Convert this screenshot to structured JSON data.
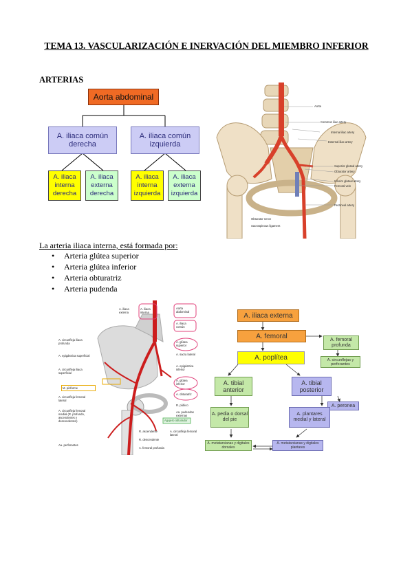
{
  "title": "TEMA 13. VASCULARIZACIÓN E INERVACIÓN DEL MIEMBRO INFERIOR",
  "section": "ARTERIAS",
  "diagram1": {
    "aorta": "Aorta abdominal",
    "iliaca_der": "A. iliaca común derecha",
    "iliaca_izq": "A. iliaca común izquierda",
    "int_der": "A. iliaca interna derecha",
    "ext_der": "A. iliaca externa derecha",
    "int_izq": "A. iliaca interna izquierda",
    "ext_izq": "A. iliaca externa izquierda"
  },
  "anatomy1": {
    "labels": [
      "Aorta",
      "Common iliac artery",
      "Internal iliac artery",
      "External iliac artery",
      "Superior gluteal artery",
      "Obturator artery",
      "Inferior gluteal artery",
      "Femoral vein",
      "Pectineal artery",
      "Obturator nerve",
      "Sacrospinous ligament"
    ]
  },
  "intro": "La arteria iliaca interna, está formada por:",
  "list": [
    "Arteria glútea superior",
    "Arteria glútea inferior",
    "Arteria obturatriz",
    "Arteria pudenda"
  ],
  "anatomy2": {
    "labels_left": [
      "A. circunfleja iliaca profunda",
      "A. epigástrica superficial",
      "A. circunfleja iliaca superficial",
      "M. piriforme",
      "A. circunfleja femoral lateral",
      "A. circunfleja femoral medial (R. profundo, ascendentes y descendentes)",
      "Aa. perforantes"
    ],
    "labels_right": [
      "A. iliaca interna",
      "Aorta abdominal",
      "A. iliaca común",
      "A. glútea superior",
      "A. sacra lateral",
      "A. epigástrica inferior",
      "A. glútea inferior",
      "A. obturatriz",
      "R. púbico",
      "Aa. pudendas externas",
      "R. ascendente",
      "R. descendente",
      "A. femoral profunda",
      "A. circunfleja femoral lateral"
    ],
    "top_left": "A. iliaca externa",
    "note": "Agujero obturador"
  },
  "flow": {
    "externa": "A. iliaca externa",
    "femoral": "A. femoral",
    "femoral_profunda": "A. femoral profunda",
    "circunflejas": "A. circunflejas y perforantes",
    "poplitea": "A. poplítea",
    "tibial_anterior": "A. tibial anterior",
    "tibial_posterior": "A. tibial posterior",
    "peronea": "A. peronea",
    "pedia": "A. pedia o dorsal del pie",
    "plantares": "A. plantares medial y lateral",
    "metatarsianas_dorsales": "A. metatarsianas y digitales dorsales",
    "metatarsianas_plantares": "A. metatarsianas y digitales plantares"
  },
  "colors": {
    "aorta": "#f06a24",
    "comun": "#ccccf5",
    "interna": "#ffff00",
    "externa": "#ccffcc",
    "flow_orange": "#f7a13e",
    "flow_yellow": "#ffff00",
    "flow_green": "#c4e8a8",
    "flow_purple": "#b7b7ef"
  }
}
